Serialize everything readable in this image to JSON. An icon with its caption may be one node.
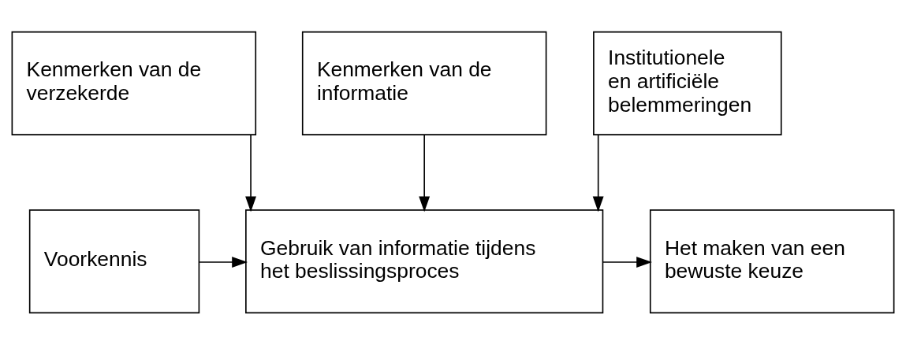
{
  "diagram": {
    "nodes": [
      {
        "text": [
          "Kenmerken van de verzekerde"
        ]
      },
      {
        "text": [
          "Kenmerken van de informatie"
        ]
      },
      {
        "text": [
          "Institutionele en artificiële belemmeringen"
        ]
      },
      {
        "text": [
          "Voorkennis"
        ]
      },
      {
        "text": [
          "Gebruik van informatie tijdens het beslissingsproces"
        ]
      },
      {
        "text": [
          "Het maken van een bewuste keuze"
        ]
      }
    ],
    "edges": [
      {
        "from": 0,
        "to": 4,
        "arrow": "to"
      },
      {
        "from": 1,
        "to": 4,
        "arrow": "to"
      },
      {
        "from": 2,
        "to": 4,
        "arrow": "to"
      },
      {
        "from": 3,
        "to": 4,
        "arrow": "to"
      },
      {
        "from": 4,
        "to": 5,
        "arrow": "to"
      }
    ]
  }
}
